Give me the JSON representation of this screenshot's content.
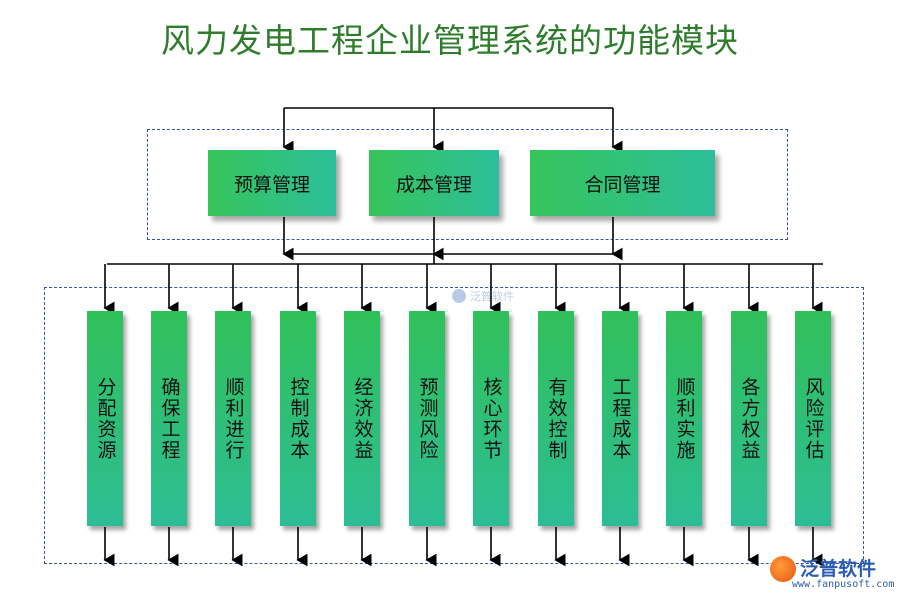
{
  "title": "风力发电工程企业管理系统的功能模块",
  "top_modules": [
    "预算管理",
    "成本管理",
    "合同管理"
  ],
  "sub_modules": [
    "分配资源",
    "确保工程",
    "顺利进行",
    "控制成本",
    "经济效益",
    "预测风险",
    "核心环节",
    "有效控制",
    "工程成本",
    "顺利实施",
    "各方权益",
    "风险评估"
  ],
  "watermark": {
    "brand": "泛普软件",
    "url": "www.fanpusoft.com",
    "small_text": "泛普软件"
  },
  "colors": {
    "title": "#2f7d2c",
    "box_start": "#36c45a",
    "box_end": "#2dbf9a",
    "dashed_border": "#3a55a8",
    "lines": "#000000"
  }
}
